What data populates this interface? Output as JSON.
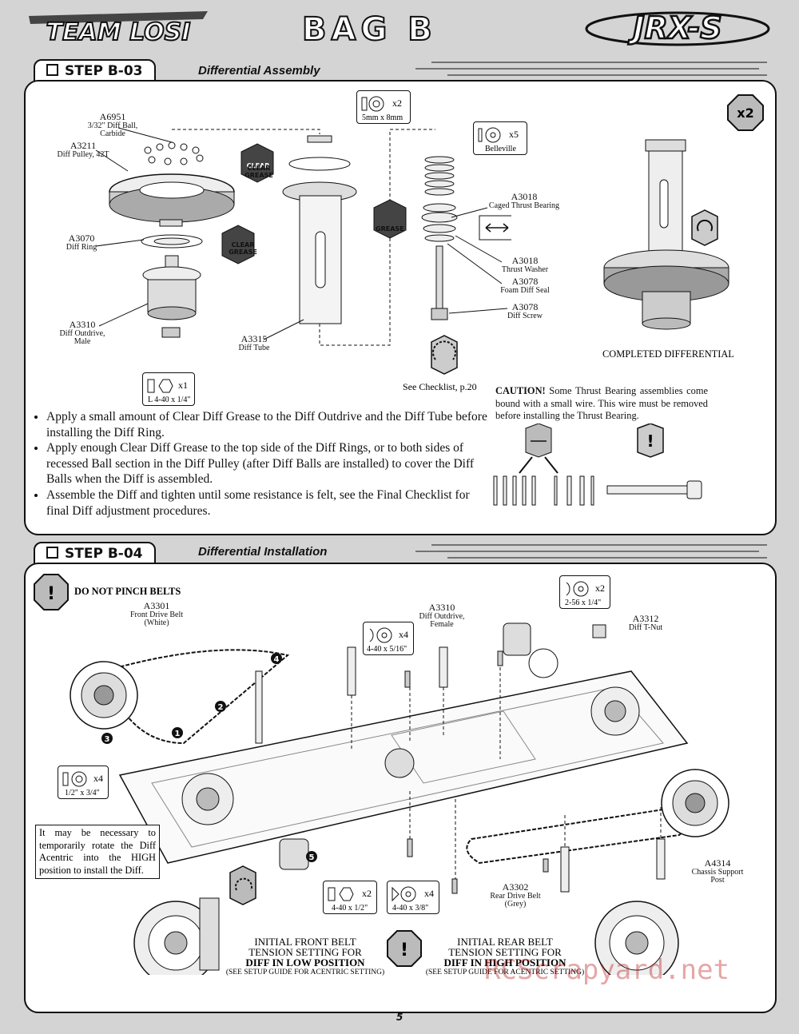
{
  "header": {
    "brand_logo": "TEAM LOSI",
    "bag_title": "BAG B",
    "product_logo": "JRX-S"
  },
  "step1": {
    "step_label": "STEP B-03",
    "title": "Differential Assembly",
    "multiplier": "x2",
    "labels": {
      "a6951": "A6951",
      "a6951_desc1": "3/32\" Diff Ball,",
      "a6951_desc2": "Carbide",
      "a3211": "A3211",
      "a3211_desc": "Diff Pulley, 42T",
      "a3070": "A3070",
      "a3070_desc": "Diff Ring",
      "a3310": "A3310",
      "a3310_desc1": "Diff Outdrive,",
      "a3310_desc2": "Male",
      "a3315": "A3315",
      "a3315_desc": "Diff Tube",
      "a3018a": "A3018",
      "a3018a_desc": "Caged Thrust Bearing",
      "a3018b": "A3018",
      "a3018b_desc": "Thrust Washer",
      "a3078a": "A3078",
      "a3078a_desc": "Foam Diff Seal",
      "a3078b": "A3078",
      "a3078b_desc": "Diff Screw",
      "clear_grease": "CLEAR GREASE",
      "grease": "GREASE",
      "see_checklist": "See Checklist, p.20",
      "completed": "COMPLETED DIFFERENTIAL"
    },
    "tags": {
      "bearing_qty": "x2",
      "bearing_size": "5mm x 8mm",
      "belleville_qty": "x5",
      "belleville_name": "Belleville",
      "nut_qty": "x1",
      "nut_size": "L 4-40 x 1/4\""
    },
    "bullets": [
      "Apply a small amount of Clear Diff Grease to the Diff Outdrive and the Diff Tube before installing the Diff Ring.",
      "Apply enough Clear Diff Grease to the top side of the Diff Rings, or to both sides of recessed Ball section in the Diff Pulley (after Diff Balls are installed) to cover the Diff Balls when the Diff is assembled.",
      "Assemble the Diff and tighten until some resistance is felt, see the Final Checklist for final Diff adjustment procedures."
    ],
    "caution_label": "CAUTION!",
    "caution_text": " Some Thrust Bearing assemblies come bound with a small wire. This wire must be removed before installing the Thrust Bearing."
  },
  "step2": {
    "step_label": "STEP B-04",
    "title": "Differential Installation",
    "warning": "DO NOT PINCH BELTS",
    "labels": {
      "a3301": "A3301",
      "a3301_desc1": "Front Drive Belt",
      "a3301_desc2": "(White)",
      "a3310": "A3310",
      "a3310_desc1": "Diff Outdrive,",
      "a3310_desc2": "Female",
      "a3312": "A3312",
      "a3312_desc": "Diff T-Nut",
      "a4314": "A4314",
      "a4314_desc1": "Chassis Support",
      "a4314_desc2": "Post",
      "a3302": "A3302",
      "a3302_desc1": "Rear Drive Belt",
      "a3302_desc2": "(Grey)"
    },
    "tags": {
      "t1_qty": "x2",
      "t1_size": "2-56 x 1/4\"",
      "t2_qty": "x4",
      "t2_size": "4-40 x 5/16\"",
      "t3_qty": "x4",
      "t3_size": "1/2\" x 3/4\"",
      "t4_qty": "x2",
      "t4_size": "4-40 x 1/2\"",
      "t5_qty": "x4",
      "t5_size": "4-40 x 3/8\""
    },
    "callouts": [
      "1",
      "2",
      "3",
      "4",
      "5"
    ],
    "note": "It may be necessary to temporarily rotate the Diff Acentric into the HIGH position to install the Diff.",
    "front_cap": {
      "line1": "INITIAL FRONT BELT",
      "line2": "TENSION SETTING FOR",
      "line3": "DIFF IN LOW POSITION",
      "line4": "(SEE SETUP GUIDE FOR ACENTRIC SETTING)"
    },
    "rear_cap": {
      "line1": "INITIAL REAR BELT",
      "line2": "TENSION SETTING FOR",
      "line3": "DIFF IN HIGH POSITION",
      "line4": "(SEE SETUP GUIDE FOR ACENTRIC SETTING)"
    }
  },
  "footer": {
    "page_number": "5",
    "watermark": "RCScrapyard.net"
  }
}
